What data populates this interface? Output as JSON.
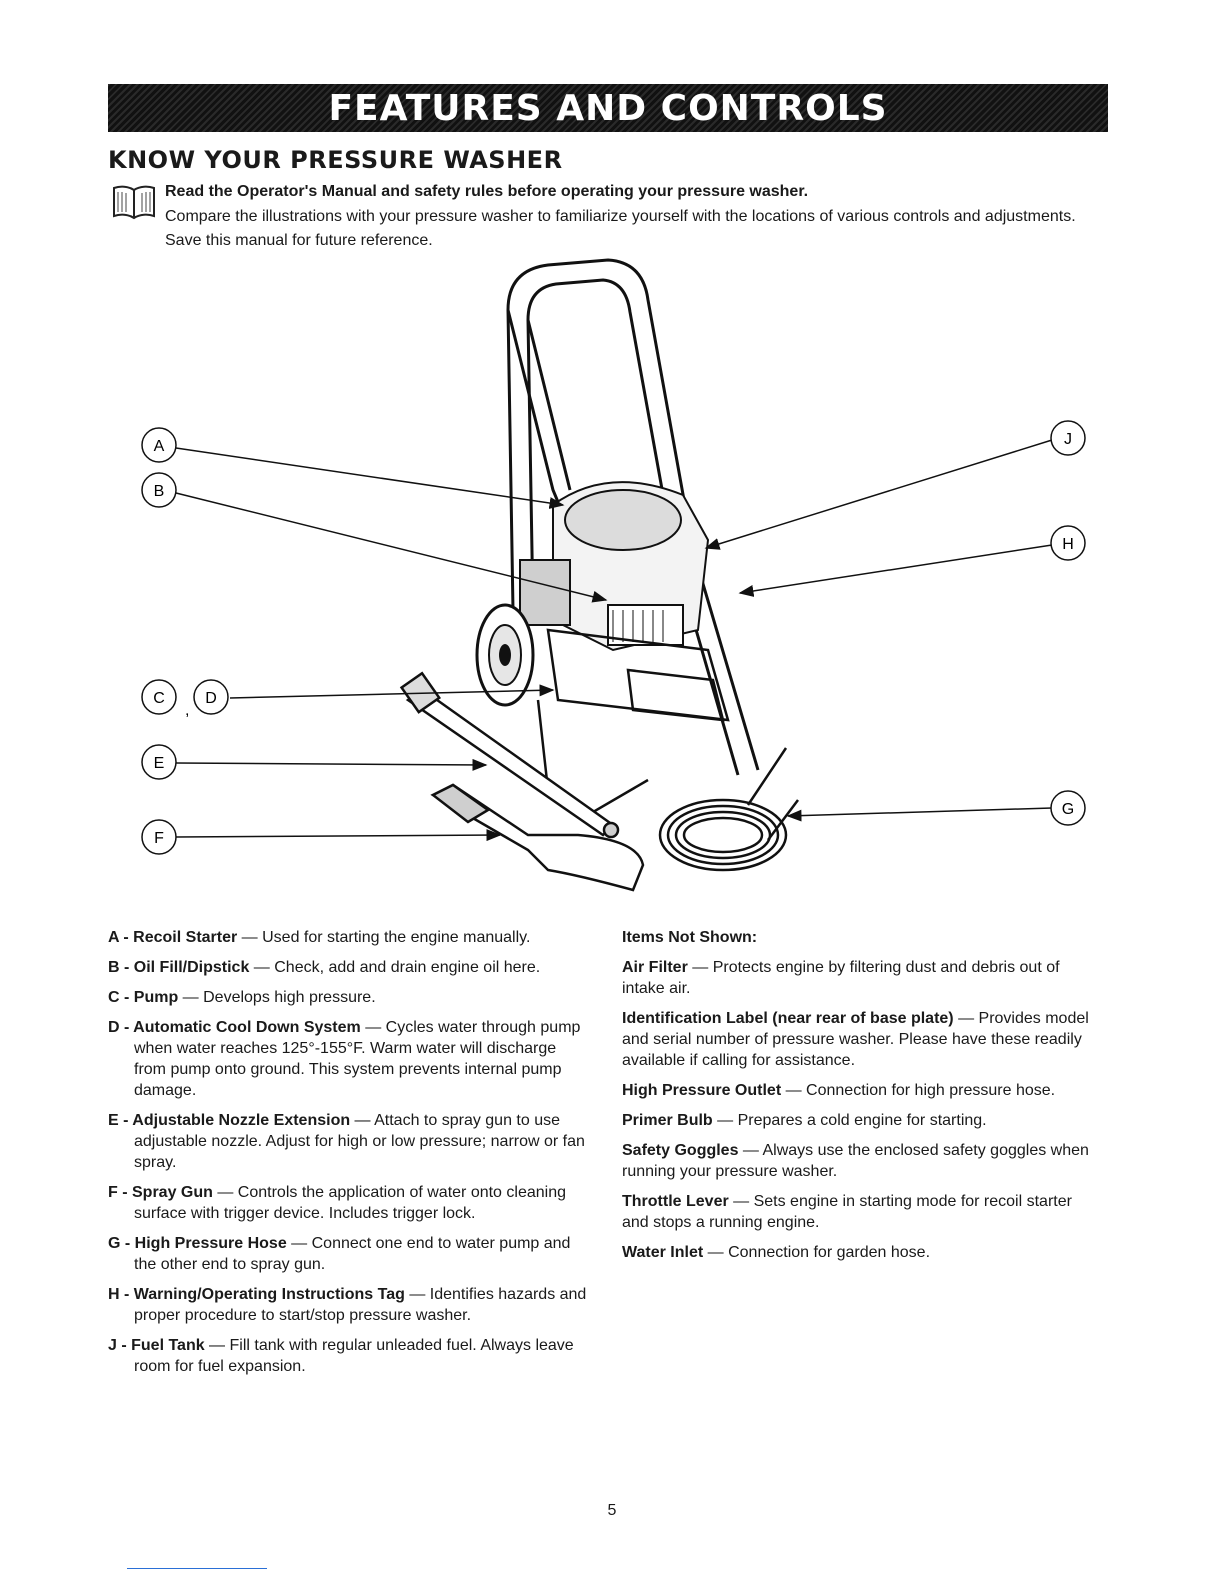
{
  "banner": {
    "title": "FEATURES AND CONTROLS"
  },
  "section": {
    "heading": "KNOW YOUR PRESSURE WASHER"
  },
  "intro": {
    "bold": "Read the Operator's Manual and safety rules before operating your pressure washer.",
    "text": "Compare the illustrations with your pressure washer to familiarize yourself with the locations of various controls and adjustments. Save this manual for future reference."
  },
  "diagram": {
    "callouts": [
      "A",
      "B",
      "C",
      "D",
      "E",
      "F",
      "G",
      "H",
      "J"
    ],
    "separator": ","
  },
  "left_items": [
    {
      "key": "A - Recoil Starter",
      "text": " — Used for starting the engine manually."
    },
    {
      "key": "B - Oil Fill/Dipstick",
      "text": " — Check, add and drain engine oil here."
    },
    {
      "key": "C - Pump",
      "text": " — Develops high pressure."
    },
    {
      "key": "D - Automatic Cool Down System",
      "text": " — Cycles water through pump when water reaches 125°-155°F. Warm water will discharge from pump onto ground. This system prevents internal pump damage."
    },
    {
      "key": "E - Adjustable Nozzle Extension",
      "text": " — Attach to spray gun to use adjustable nozzle. Adjust for high or low pressure; narrow or fan spray."
    },
    {
      "key": "F - Spray Gun",
      "text": " — Controls the application of water onto cleaning surface with trigger device. Includes trigger lock."
    },
    {
      "key": "G - High Pressure Hose",
      "text": " — Connect one end to water pump and the other end to spray gun."
    },
    {
      "key": "H - Warning/Operating Instructions Tag",
      "text": " — Identifies hazards and proper procedure to start/stop pressure washer."
    },
    {
      "key": "J - Fuel Tank",
      "text": " — Fill tank with regular unleaded fuel. Always leave room for fuel expansion."
    }
  ],
  "right_heading": "Items Not Shown:",
  "right_items": [
    {
      "key": "Air Filter",
      "text": " — Protects engine by filtering dust and debris out of intake air."
    },
    {
      "key": "Identification Label (near rear of base plate)",
      "text": " — Provides model and serial number of pressure washer. Please have these readily available if calling for assistance."
    },
    {
      "key": "High Pressure Outlet",
      "text": " — Connection for high pressure hose."
    },
    {
      "key": "Primer Bulb",
      "text": " — Prepares a cold engine for starting."
    },
    {
      "key": "Safety Goggles",
      "text": " — Always use the enclosed safety goggles when running your pressure washer."
    },
    {
      "key": "Throttle Lever",
      "text": " — Sets engine in starting mode for recoil starter and stops a running engine."
    },
    {
      "key": "Water Inlet",
      "text": " — Connection for garden hose."
    }
  ],
  "footer": {
    "page_number": "5"
  }
}
